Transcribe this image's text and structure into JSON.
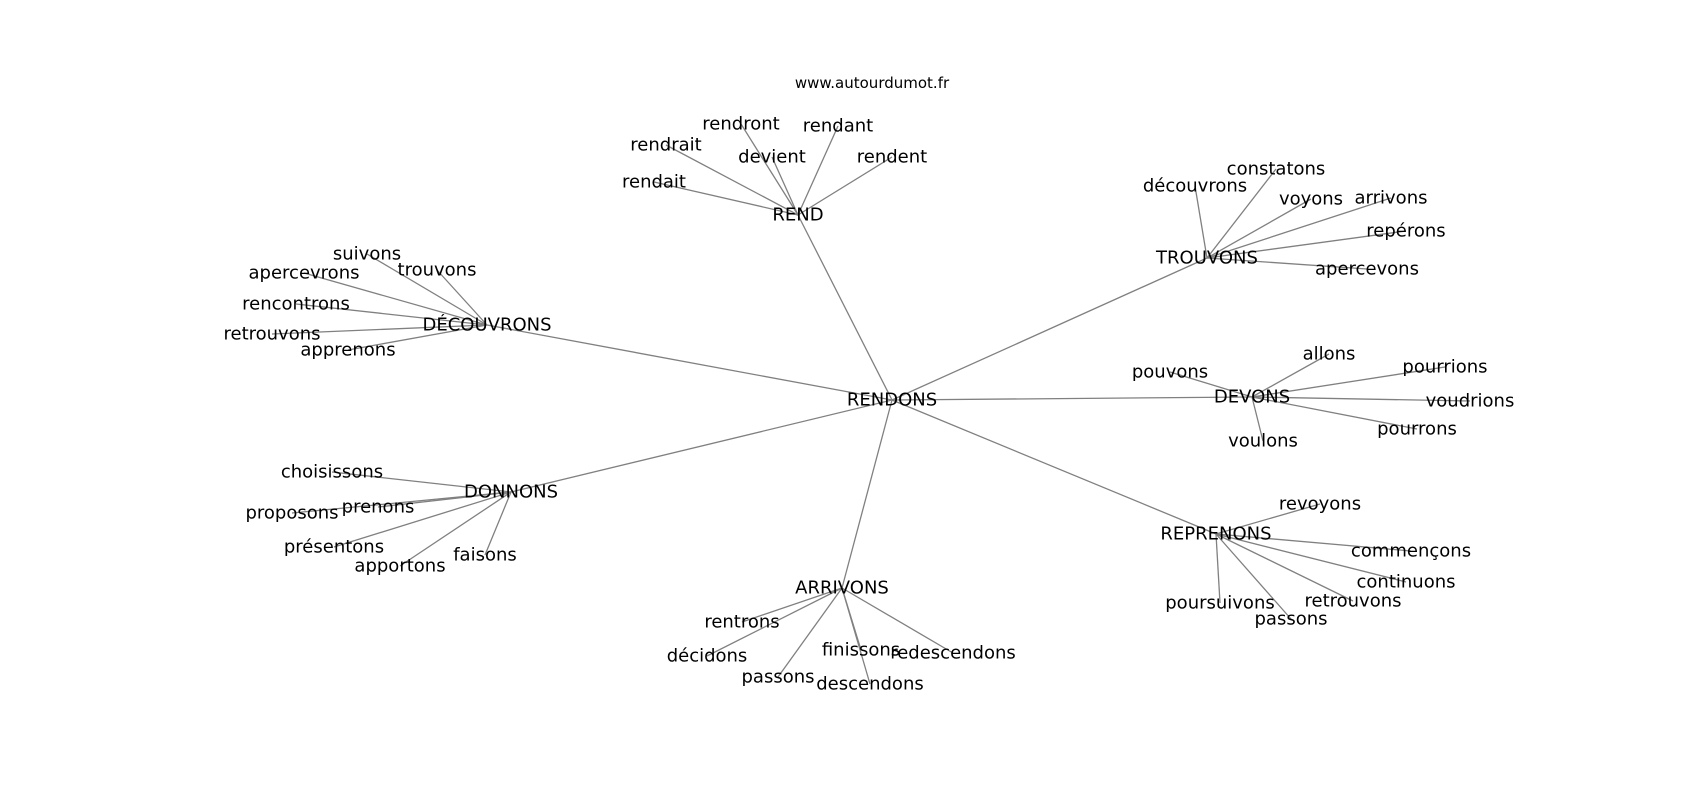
{
  "source": "www.autourdumot.fr",
  "graph": {
    "center": "RENDONS",
    "clusters": [
      {
        "hub": "REND",
        "leaves": [
          "rendront",
          "rendant",
          "rendrait",
          "devient",
          "rendent",
          "rendait"
        ]
      },
      {
        "hub": "TROUVONS",
        "leaves": [
          "constatons",
          "découvrons",
          "voyons",
          "arrivons",
          "repérons",
          "apercevons"
        ]
      },
      {
        "hub": "DÉCOUVRONS",
        "leaves": [
          "suivons",
          "apercevrons",
          "trouvons",
          "rencontrons",
          "retrouvons",
          "apprenons"
        ]
      },
      {
        "hub": "DEVONS",
        "leaves": [
          "allons",
          "pouvons",
          "pourrions",
          "voudrions",
          "pourrons",
          "voulons"
        ]
      },
      {
        "hub": "DONNONS",
        "leaves": [
          "choisissons",
          "prenons",
          "proposons",
          "présentons",
          "apportons",
          "faisons"
        ]
      },
      {
        "hub": "REPRENONS",
        "leaves": [
          "revoyons",
          "commençons",
          "continuons",
          "retrouvons",
          "passons",
          "poursuivons"
        ]
      },
      {
        "hub": "ARRIVONS",
        "leaves": [
          "rentrons",
          "décidons",
          "finissons",
          "redescendons",
          "passons",
          "descendons"
        ]
      }
    ]
  }
}
